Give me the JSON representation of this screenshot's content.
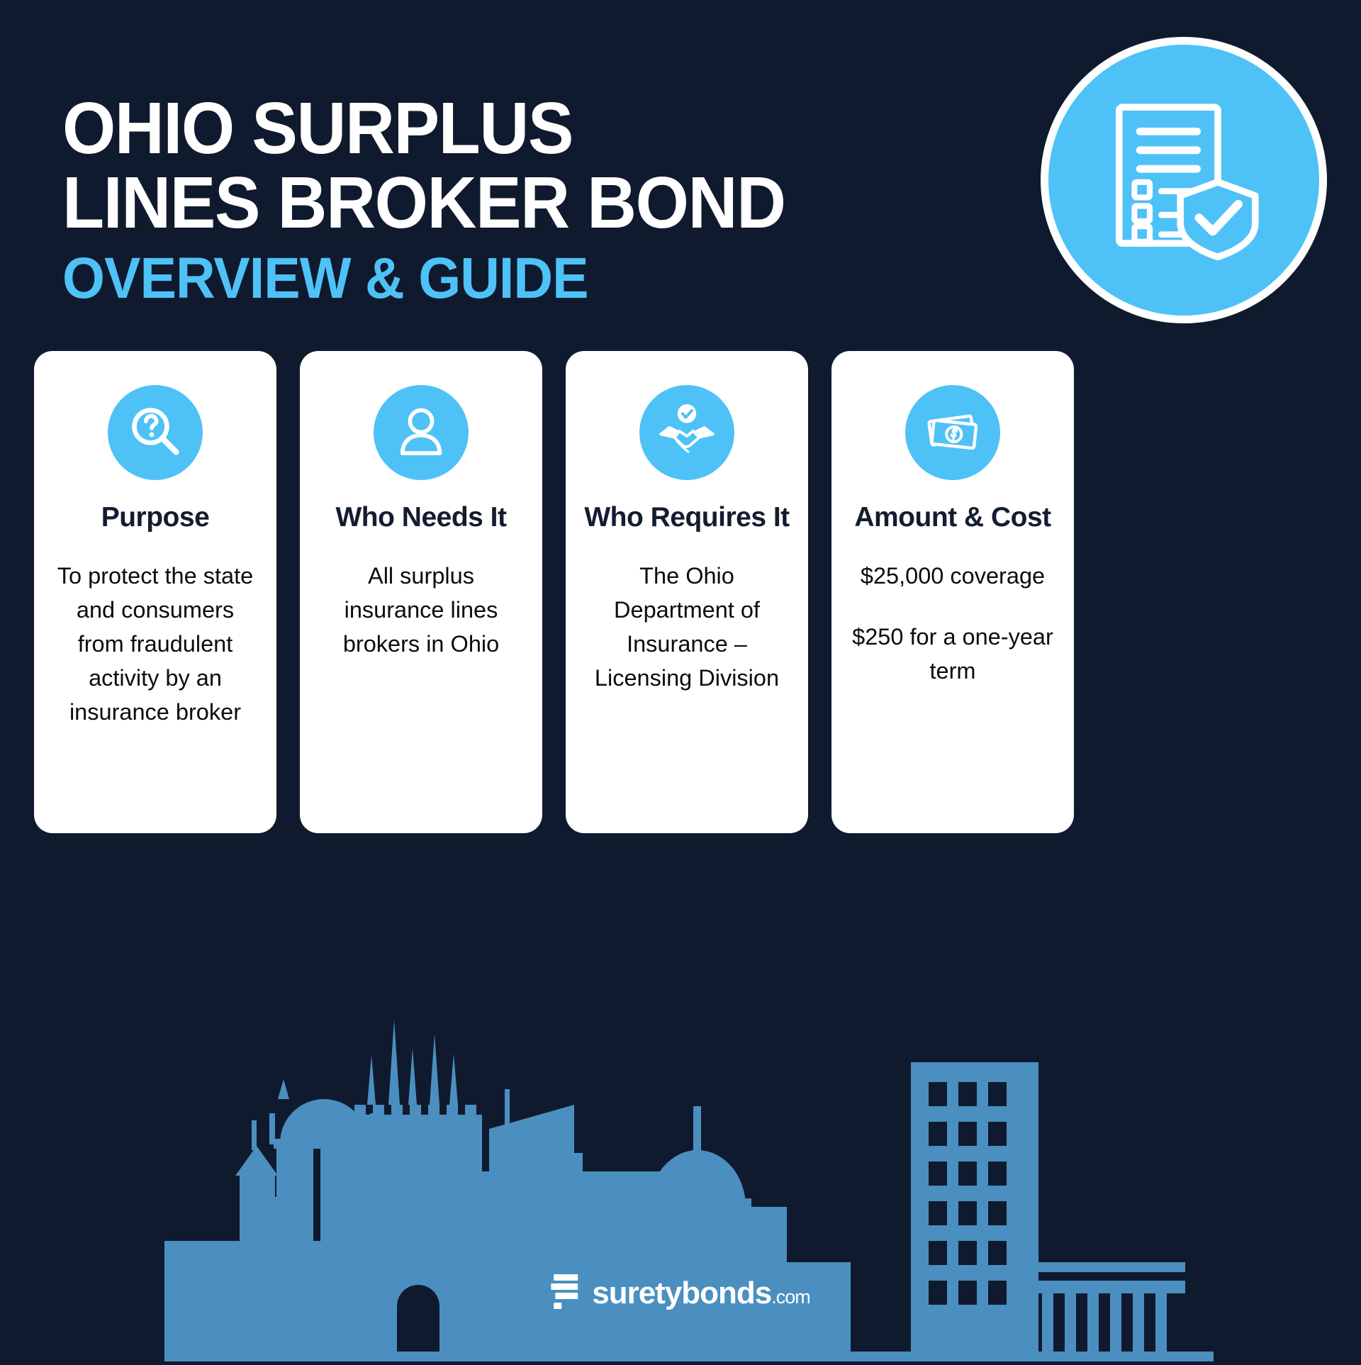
{
  "colors": {
    "background": "#101a2e",
    "accent": "#4ec2f7",
    "card_bg": "#ffffff",
    "heading": "#131c31",
    "skyline": "#4b8fc0"
  },
  "header": {
    "title_line1": "OHIO SURPLUS",
    "title_line2": "LINES BROKER BOND",
    "subtitle": "OVERVIEW & GUIDE",
    "badge_icon": "document-shield-check-icon"
  },
  "cards": [
    {
      "icon": "magnifier-question-icon",
      "title": "Purpose",
      "lines": [
        "To protect the state and consumers from fraudulent activity by an insurance broker"
      ]
    },
    {
      "icon": "person-icon",
      "title": "Who Needs It",
      "lines": [
        "All surplus insurance lines brokers in Ohio"
      ]
    },
    {
      "icon": "handshake-check-icon",
      "title": "Who Requires It",
      "lines": [
        "The Ohio Department of Insurance – Licensing Division"
      ]
    },
    {
      "icon": "money-bills-icon",
      "title": "Amount & Cost",
      "lines": [
        "$25,000 coverage",
        "$250 for a one-year term"
      ]
    }
  ],
  "footer": {
    "logo_mark": "suretybonds-s-icon",
    "logo_name": "suretybonds",
    "logo_suffix": ".com",
    "skyline_icon": "city-skyline-silhouette"
  }
}
